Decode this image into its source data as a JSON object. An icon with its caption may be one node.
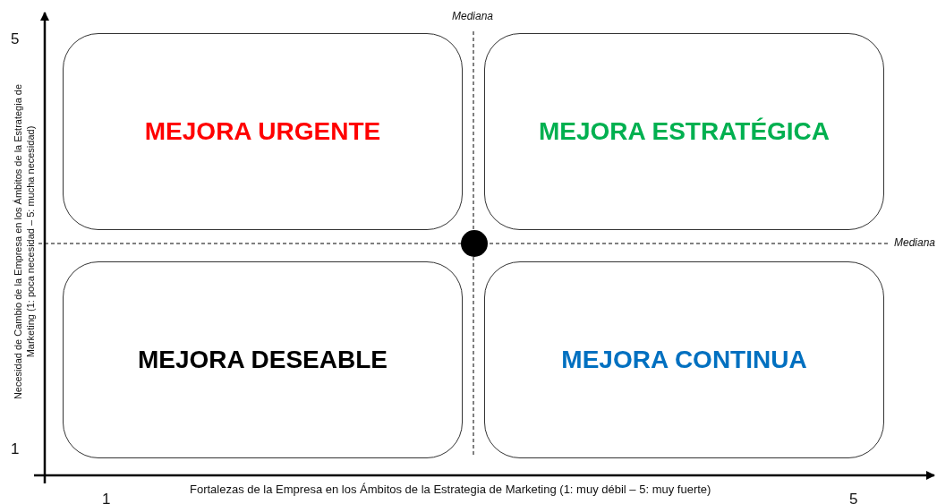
{
  "diagram": {
    "nodes": [
      {
        "text": [
          "MEJORA URGENTE"
        ]
      },
      {
        "text": [
          "MEJORA ESTRATÉGICA"
        ]
      },
      {
        "text": [
          "MEJORA DESEABLE"
        ]
      },
      {
        "text": [
          "MEJORA CONTINUA"
        ]
      }
    ],
    "edges": [],
    "labels": [
      "Mediana",
      "5",
      "Necesidad de Cambio de la Empresa en los Ámbitos de la Estrategia de Marketing (1: poca necesidad – 5: mucha necesidad)",
      "Mediana",
      "1",
      "Fortalezas de la Empresa en los Ámbitos de la Estrategia de Marketing (1: muy débil – 5: muy fuerte)",
      "1",
      "5"
    ]
  }
}
